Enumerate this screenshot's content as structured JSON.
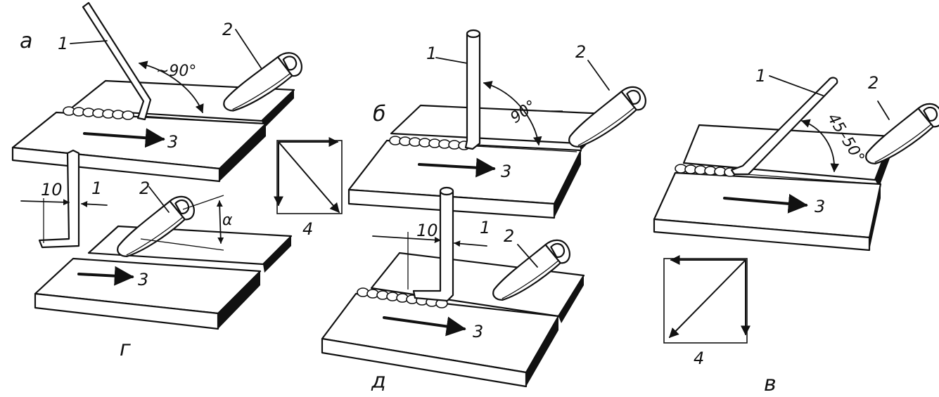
{
  "panels": {
    "a": {
      "letter": "а",
      "angle": "~90°"
    },
    "b": {
      "letter": "б",
      "angle": "90°"
    },
    "v": {
      "letter": "в",
      "angle": "45–50°"
    },
    "g": {
      "letter": "г",
      "dimension": "10",
      "angle_symbol": "α"
    },
    "d": {
      "letter": "д",
      "dimension": "10"
    }
  },
  "callouts": {
    "wire": "1",
    "torch": "2",
    "direction": "3",
    "movement_scheme": "4"
  }
}
